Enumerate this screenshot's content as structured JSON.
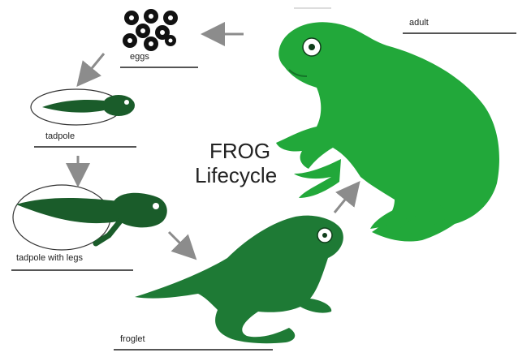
{
  "title": {
    "line1": "FROG",
    "line2": "Lifecycle"
  },
  "stages": {
    "eggs": "eggs",
    "tadpole": "tadpole",
    "tadpole_with_legs": "tadpole with legs",
    "froglet": "froglet",
    "adult": "adult"
  },
  "colors": {
    "adult_frog": "#22a83a",
    "froglet": "#1e7a35",
    "tadpole": "#1a5c2a",
    "arrow": "#8c8c8c",
    "egg": "#111111"
  },
  "icons": {
    "eggs": "egg-cluster-icon",
    "tadpole": "tadpole-icon",
    "tadpole_with_legs": "tadpole-legs-icon",
    "froglet": "froglet-icon",
    "adult": "adult-frog-icon"
  }
}
